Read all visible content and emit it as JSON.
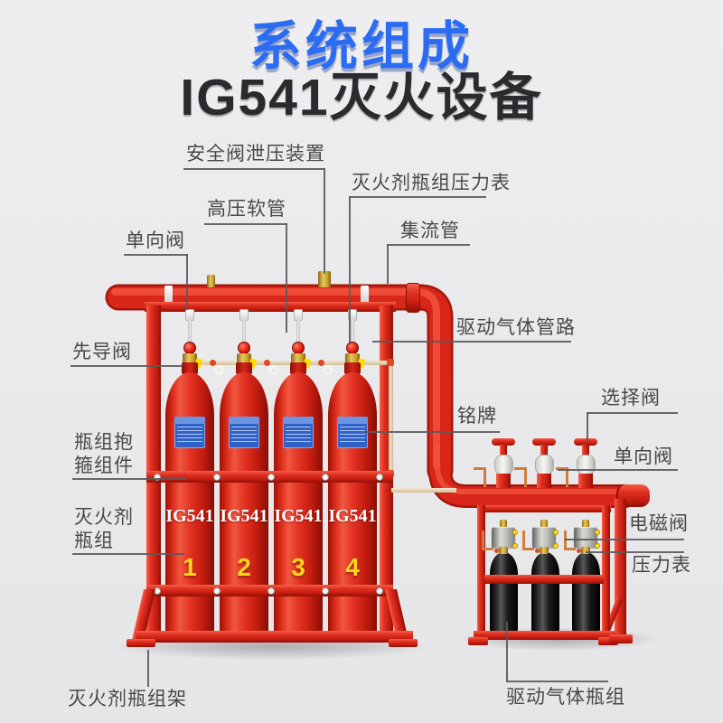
{
  "title": {
    "main": "系统组成",
    "subtitle": "IG541灭火设备",
    "main_color": "#2b6cf2",
    "subtitle_color": "#2b2b2f"
  },
  "diagram": {
    "callouts": {
      "safety_relief_device": "安全阀泄压装置",
      "agent_cylinder_pressure_gauge": "灭火剂瓶组压力表",
      "high_pressure_hose": "高压软管",
      "manifold": "集流管",
      "check_valve_left": "单向阀",
      "drive_gas_pipeline": "驱动气体管路",
      "pilot_valve": "先导阀",
      "nameplate": "铭牌",
      "selector_valve": "选择阀",
      "check_valve_right": "单向阀",
      "clamp_assembly_line1": "瓶组抱",
      "clamp_assembly_line2": "箍组件",
      "agent_cylinder_line1": "灭火剂",
      "agent_cylinder_line2": "瓶组",
      "solenoid_valve": "电磁阀",
      "pressure_gauge": "压力表",
      "agent_cylinder_rack": "灭火剂瓶组架",
      "drive_gas_cylinder_group": "驱动气体瓶组"
    },
    "agent_cylinders": [
      {
        "gas": "IG541",
        "number": "1"
      },
      {
        "gas": "IG541",
        "number": "2"
      },
      {
        "gas": "IG541",
        "number": "3"
      },
      {
        "gas": "IG541",
        "number": "4"
      }
    ],
    "colors": {
      "pipe_red": "#d8261a",
      "cylinder_red": "#e23122",
      "frame_red": "#d52c1e",
      "number_yellow": "#ffd819",
      "nameplate_blue": "#2f62c8",
      "drive_cylinder_black": "#151515",
      "label_text": "#48484c",
      "background": "#eaeaec"
    }
  }
}
